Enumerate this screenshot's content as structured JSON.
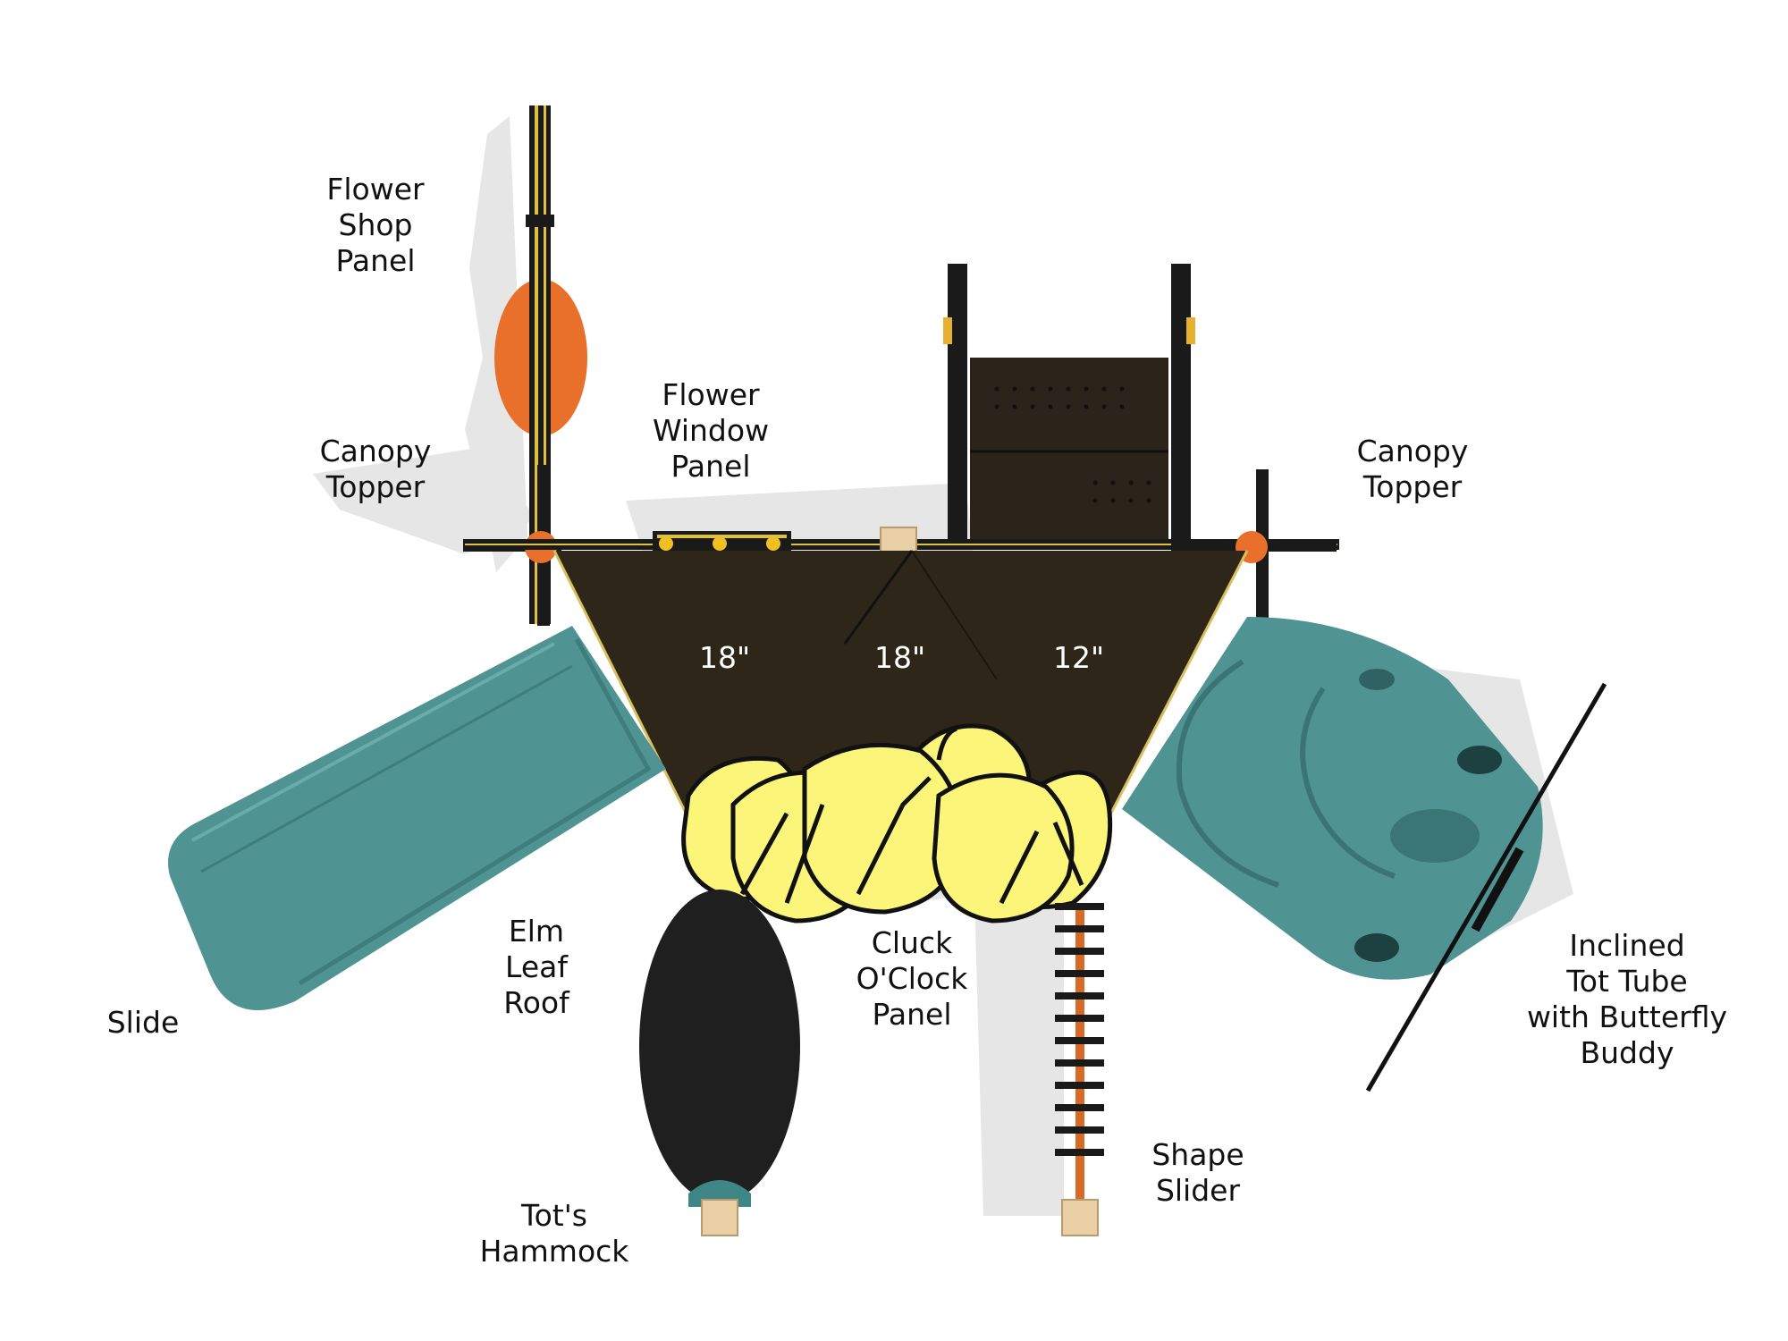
{
  "labels": {
    "flower_shop_panel": [
      "Flower",
      "Shop",
      "Panel"
    ],
    "flower_window_panel": [
      "Flower",
      "Window",
      "Panel"
    ],
    "canopy_topper_left": [
      "Canopy",
      "Topper"
    ],
    "canopy_topper_right": [
      "Canopy",
      "Topper"
    ],
    "slide": [
      "Slide"
    ],
    "elm_leaf_roof": [
      "Elm",
      "Leaf",
      "Roof"
    ],
    "cluck_oclock_panel": [
      "Cluck",
      "O'Clock",
      "Panel"
    ],
    "inclined_tot_tube": [
      "Inclined",
      "Tot Tube",
      "with Butterfly",
      "Buddy"
    ],
    "shape_slider": [
      "Shape",
      "Slider"
    ],
    "tots_hammock": [
      "Tot's",
      "Hammock"
    ]
  },
  "deck_heights": [
    "18\"",
    "18\"",
    "12\""
  ],
  "colors": {
    "deck": "#2e2618",
    "slide_teal": "#4f9393",
    "leaf_yellow": "#fbf57a",
    "panel_orange": "#e8702a",
    "hammock": "#1f1f1f",
    "post_cap": "#e9cfa4",
    "shadow": "#e4e4e4"
  }
}
